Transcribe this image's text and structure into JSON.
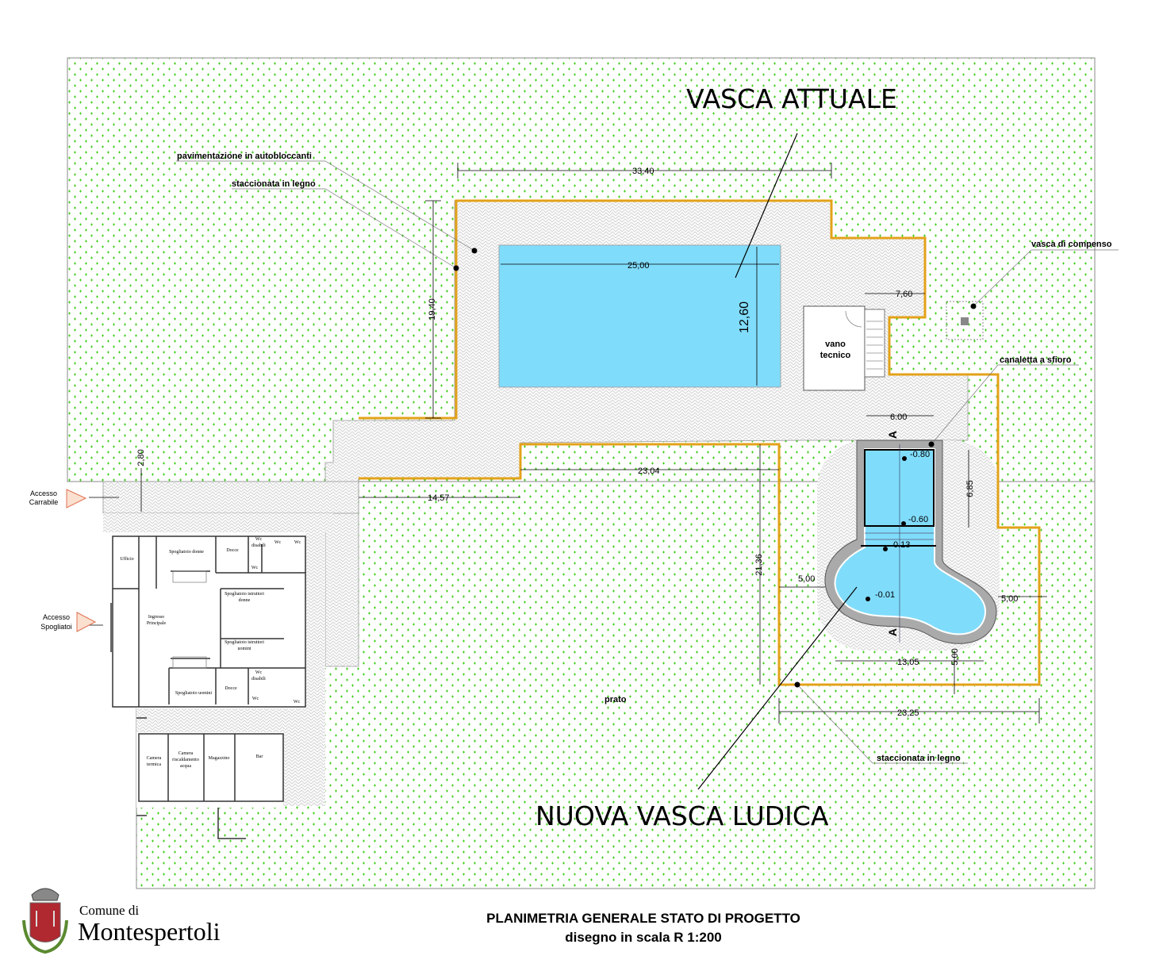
{
  "headings": {
    "existing_pool": "VASCA ATTUALE",
    "new_pool": "NUOVA VASCA LUDICA"
  },
  "labels": {
    "paving": "pavimentazione in autobloccanti",
    "fence_top": "staccionata in legno",
    "fence_bottom": "staccionata in legno",
    "compensation_tank": "vasca di compenso",
    "overflow_channel": "canaletta a sfioro",
    "technical_room_1": "vano",
    "technical_room_2": "tecnico",
    "lawn": "prato",
    "vehicle_access_1": "Accesso",
    "vehicle_access_2": "Carrabile",
    "locker_access_1": "Accesso",
    "locker_access_2": "Spogliatoi",
    "section_mark": "A"
  },
  "dimensions": {
    "d_33_40": "33,40",
    "d_25_00": "25,00",
    "d_12_60": "12,60",
    "d_19_40": "19,40",
    "d_7_60": "7,60",
    "d_6_00": "6.00",
    "d_6_85": "6,85",
    "d_2_80": "2,80",
    "d_23_04": "23,04",
    "d_14_57": "14,57",
    "d_21_36": "21,36",
    "d_5_00_left": "5,00",
    "d_5_00_right": "5,00",
    "d_5_00_bottom": "5,00",
    "d_13_05": "13,05",
    "d_23_25": "23,25"
  },
  "levels": [
    "-0.80",
    "-0.60",
    "0.13",
    "-0.01"
  ],
  "rooms": {
    "office": "Ufficio",
    "women_locker": "Spogliatoio donne",
    "showers_top": "Docce",
    "wc_disabled_top_1": "Wc",
    "wc_disabled_top_2": "disabili",
    "wc_a": "Wc",
    "wc_b": "Wc",
    "wc_c": "Wc",
    "instructors_women_1": "Spogliatoio istruttori",
    "instructors_women_2": "donne",
    "entrance_1": "Ingresso",
    "entrance_2": "Principale",
    "instructors_men_1": "Spogliatoio istruttori",
    "instructors_men_2": "uomini",
    "wc_disabled_bottom_1": "Wc",
    "wc_disabled_bottom_2": "disabili",
    "showers_bottom": "Docce",
    "men_locker": "Spogliatoio uomini",
    "wc_d": "Wc",
    "wc_e": "Wc",
    "thermal_room_1": "Camera",
    "thermal_room_2": "termica",
    "water_heating_1": "Camera",
    "water_heating_2": "riscaldamento",
    "water_heating_3": "acqua",
    "storage": "Magazzino",
    "bar": "Bar"
  },
  "title_block": {
    "title": "PLANIMETRIA GENERALE STATO DI PROGETTO",
    "scale": "disegno in scala R 1:200"
  },
  "logo": {
    "line1": "Comune di",
    "line2": "Montespertoli"
  },
  "colors": {
    "water": "#80dcfb",
    "fence": "#e3a21a",
    "lawn_dot": "#44cc22",
    "paving": "#d8d8d8"
  }
}
